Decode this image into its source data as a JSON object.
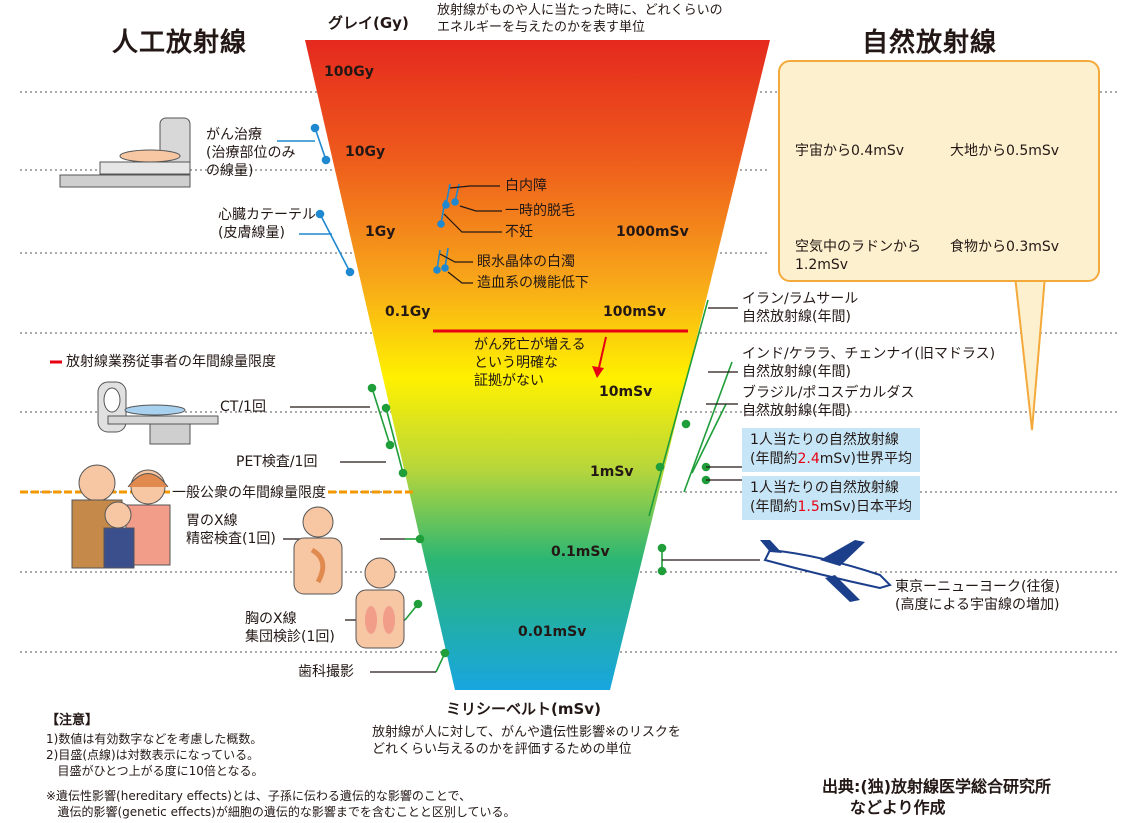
{
  "header": {
    "left_title": "人工放射線",
    "right_title": "自然放射線",
    "gray_unit": "グレイ(Gy)",
    "gray_desc": "放射線がものや人に当たった時に、どれくらいの\nエネルギーを与えたのかを表す単位",
    "msv_unit": "ミリシーベルト(mSv)",
    "msv_desc": "放射線が人に対して、がんや遺伝性影響※のリスクを\nどれくらい与えるのかを評価するための単位"
  },
  "scale": {
    "gy_100": "100Gy",
    "gy_10": "10Gy",
    "gy_1": "1Gy",
    "gy_01": "0.1Gy",
    "msv_1000": "1000mSv",
    "msv_100": "100mSv",
    "msv_10": "10mSv",
    "msv_1": "1mSv",
    "msv_01": "0.1mSv",
    "msv_001": "0.01mSv"
  },
  "effects": {
    "cataract": "白内障",
    "hair_loss": "一時的脱毛",
    "infertility": "不妊",
    "lens_opacity": "眼水晶体の白濁",
    "hematopoietic": "造血系の機能低下",
    "cancer_note": "がん死亡が増える\nという明確な\n証拠がない"
  },
  "artificial": {
    "cancer_therapy": "がん治療\n(治療部位のみ\nの線量)",
    "catheter": "心臓カテーテル\n(皮膚線量)",
    "worker_limit": "放射線業務従事者の年間線量限度",
    "ct": "CT/1回",
    "pet": "PET検査/1回",
    "public_limit": "一般公衆の年間線量限度",
    "stomach": "胃のX線\n精密検査(1回)",
    "chest": "胸のX線\n集団検診(1回)",
    "dental": "歯科撮影"
  },
  "natural": {
    "space": "宇宙から0.4mSv",
    "ground": "大地から0.5mSv",
    "radon": "空気中のラドンから\n1.2mSv",
    "food": "食物から0.3mSv",
    "iran": "イラン/ラムサール\n自然放射線(年間)",
    "india": "インド/ケララ、チェンナイ(旧マドラス)\n自然放射線(年間)",
    "brazil": "ブラジル/ポコスデカルダス\n自然放射線(年間)",
    "world_line1": "1人当たりの自然放射線",
    "world_pre": "(年間約",
    "world_value": "2.4",
    "world_post": "mSv)世界平均",
    "japan_line1": "1人当たりの自然放射線",
    "japan_pre": "(年間約",
    "japan_value": "1.5",
    "japan_post": "mSv)日本平均",
    "flight": "東京ーニューヨーク(往復)\n(高度による宇宙線の増加)"
  },
  "notes": {
    "heading": "【注意】",
    "n1": "1)数値は有効数字などを考慮した概数。",
    "n2": "2)目盛(点線)は対数表示になっている。\n   目盛がひとつ上がる度に10倍となる。",
    "footnote": "※遺伝性影響(hereditary effects)とは、子孫に伝わる遺伝的な影響のことで、\n   遺伝的影響(genetic effects)が細胞の遺伝的な影響までを含むことと区別している。",
    "source": "出典:(独)放射線医学総合研究所\n     などより作成"
  },
  "colors": {
    "accent_red": "#e60012",
    "orange": "#f39800",
    "blue_line": "#1e88d0",
    "green_line": "#1f9e3a",
    "panel_bg": "#fdf0cf",
    "panel_border": "#f4a93b",
    "box_blue": "#c6e6f7"
  }
}
